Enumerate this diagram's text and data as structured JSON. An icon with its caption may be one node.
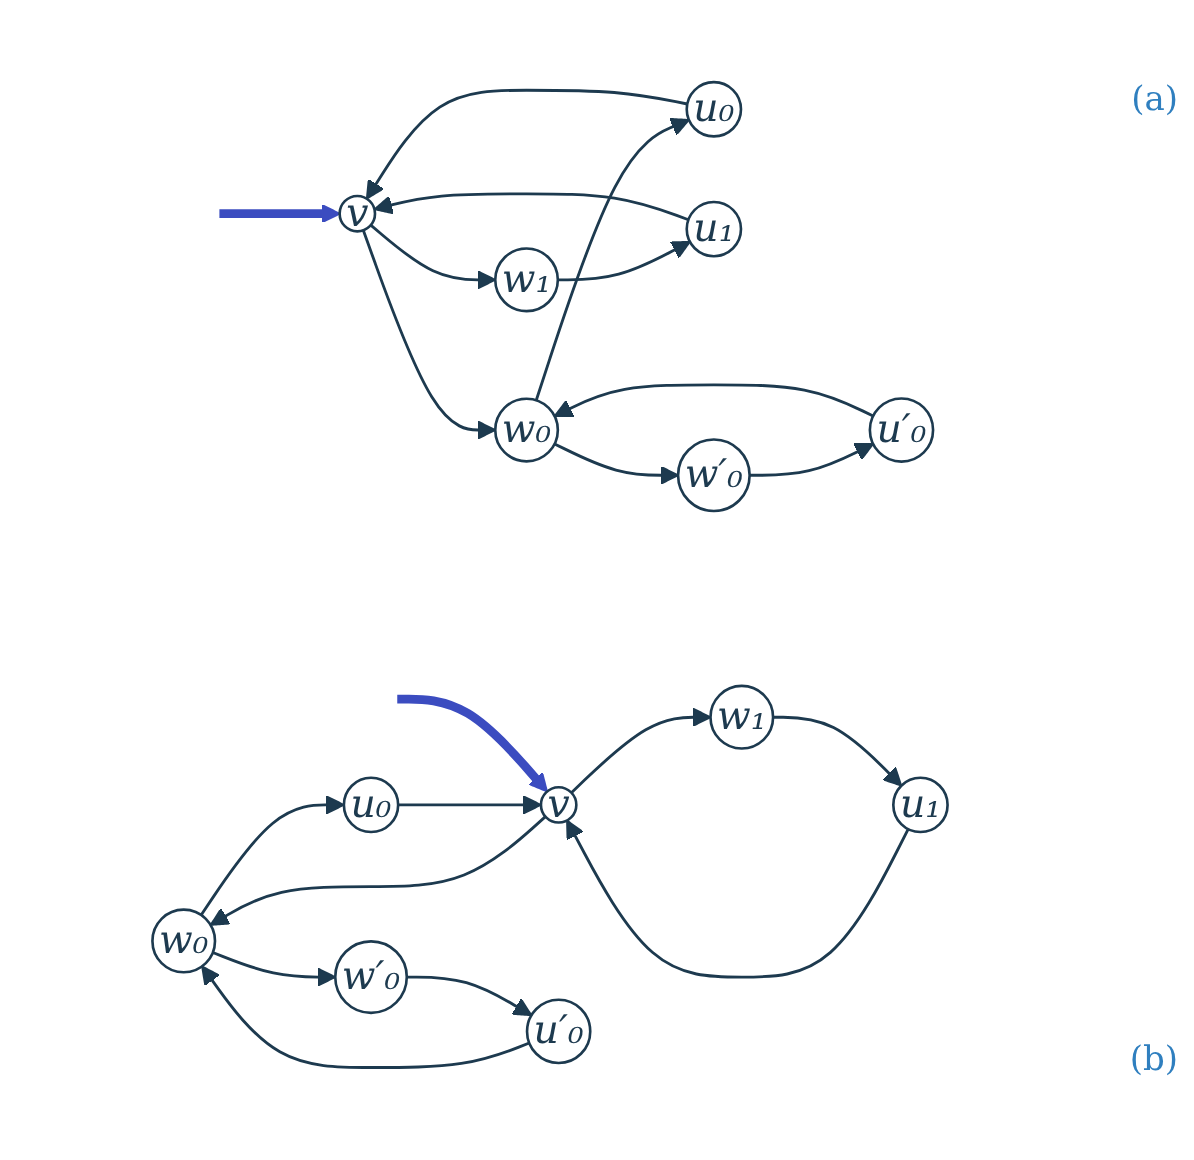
{
  "diagram": {
    "nodes": [
      {
        "text": [
          "v"
        ]
      },
      {
        "text": [
          "w₀"
        ]
      },
      {
        "text": [
          "u₀"
        ]
      },
      {
        "text": [
          "w₁"
        ]
      },
      {
        "text": [
          "u₁"
        ]
      },
      {
        "text": [
          "w′₀"
        ]
      },
      {
        "text": [
          "u′₀"
        ]
      },
      {
        "text": [
          "w₀"
        ]
      },
      {
        "text": [
          "u₀"
        ]
      },
      {
        "text": [
          "w₁"
        ]
      },
      {
        "text": [
          "u₁"
        ]
      },
      {
        "text": [
          "v"
        ]
      },
      {
        "text": [
          "w′₀"
        ]
      },
      {
        "text": [
          "u′₀"
        ]
      }
    ],
    "edges": [
      {
        "from": null,
        "to": 0,
        "arrow": "to",
        "style": "thick",
        "color": "#3b4cc0"
      },
      {
        "from": 0,
        "to": 1,
        "arrow": "to"
      },
      {
        "from": 1,
        "to": 2,
        "arrow": "to"
      },
      {
        "from": 3,
        "to": 4,
        "arrow": "to"
      },
      {
        "from": 5,
        "to": 6,
        "arrow": "to"
      },
      {
        "from": 0,
        "to": 3,
        "arrow": "to"
      },
      {
        "from": 1,
        "to": 5,
        "arrow": "to"
      },
      {
        "from": 2,
        "to": 0,
        "arrow": "to"
      },
      {
        "from": 4,
        "to": 0,
        "arrow": "to"
      },
      {
        "from": 6,
        "to": 1,
        "arrow": "to"
      },
      {
        "from": null,
        "to": 11,
        "arrow": "to",
        "style": "thick",
        "color": "#3b4cc0"
      },
      {
        "from": 7,
        "to": 8,
        "arrow": "to"
      },
      {
        "from": 8,
        "to": 11,
        "arrow": "to"
      },
      {
        "from": 9,
        "to": 10,
        "arrow": "to"
      },
      {
        "from": 10,
        "to": 11,
        "arrow": "to"
      },
      {
        "from": 12,
        "to": 13,
        "arrow": "to"
      },
      {
        "from": 7,
        "to": 12,
        "arrow": "to"
      },
      {
        "from": 11,
        "to": 9,
        "arrow": "to"
      },
      {
        "from": 11,
        "to": 7,
        "arrow": "to"
      },
      {
        "from": 13,
        "to": 7,
        "arrow": "to"
      }
    ],
    "labels": [
      "(a)",
      "(b)"
    ]
  }
}
